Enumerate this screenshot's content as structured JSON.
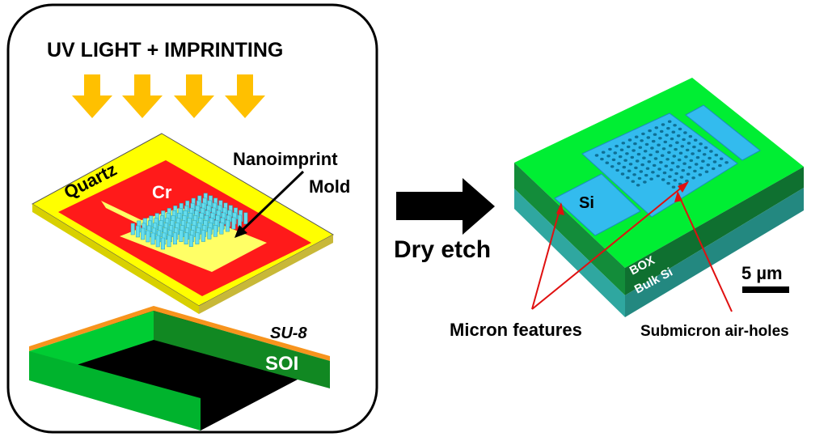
{
  "left_panel": {
    "title": "UV LIGHT + IMPRINTING",
    "quartz_label": "Quartz",
    "cr_label": "Cr",
    "mold_label_line1": "Nanoimprint",
    "mold_label_line2": "Mold",
    "su8_label": "SU-8",
    "soi_label": "SOI"
  },
  "process": {
    "arrow_label": "Dry etch"
  },
  "right_panel": {
    "si_label": "Si",
    "box_label": "BOX",
    "bulk_label": "Bulk Si",
    "scale_label": "5 µm",
    "micron_label": "Micron features",
    "submicron_label": "Submicron air-holes"
  },
  "colors": {
    "uv_arrow": "#ffc000",
    "quartz": "#ffff00",
    "cr": "#ff1a1a",
    "pillar": "#66ddee",
    "green": "#00cc33",
    "dark_green": "#118822",
    "su8": "#f7941d",
    "si_device": "#33bbee",
    "box_layer": "#138c3a",
    "bulk_layer": "#2fa7a0",
    "callout": "#e01010"
  }
}
